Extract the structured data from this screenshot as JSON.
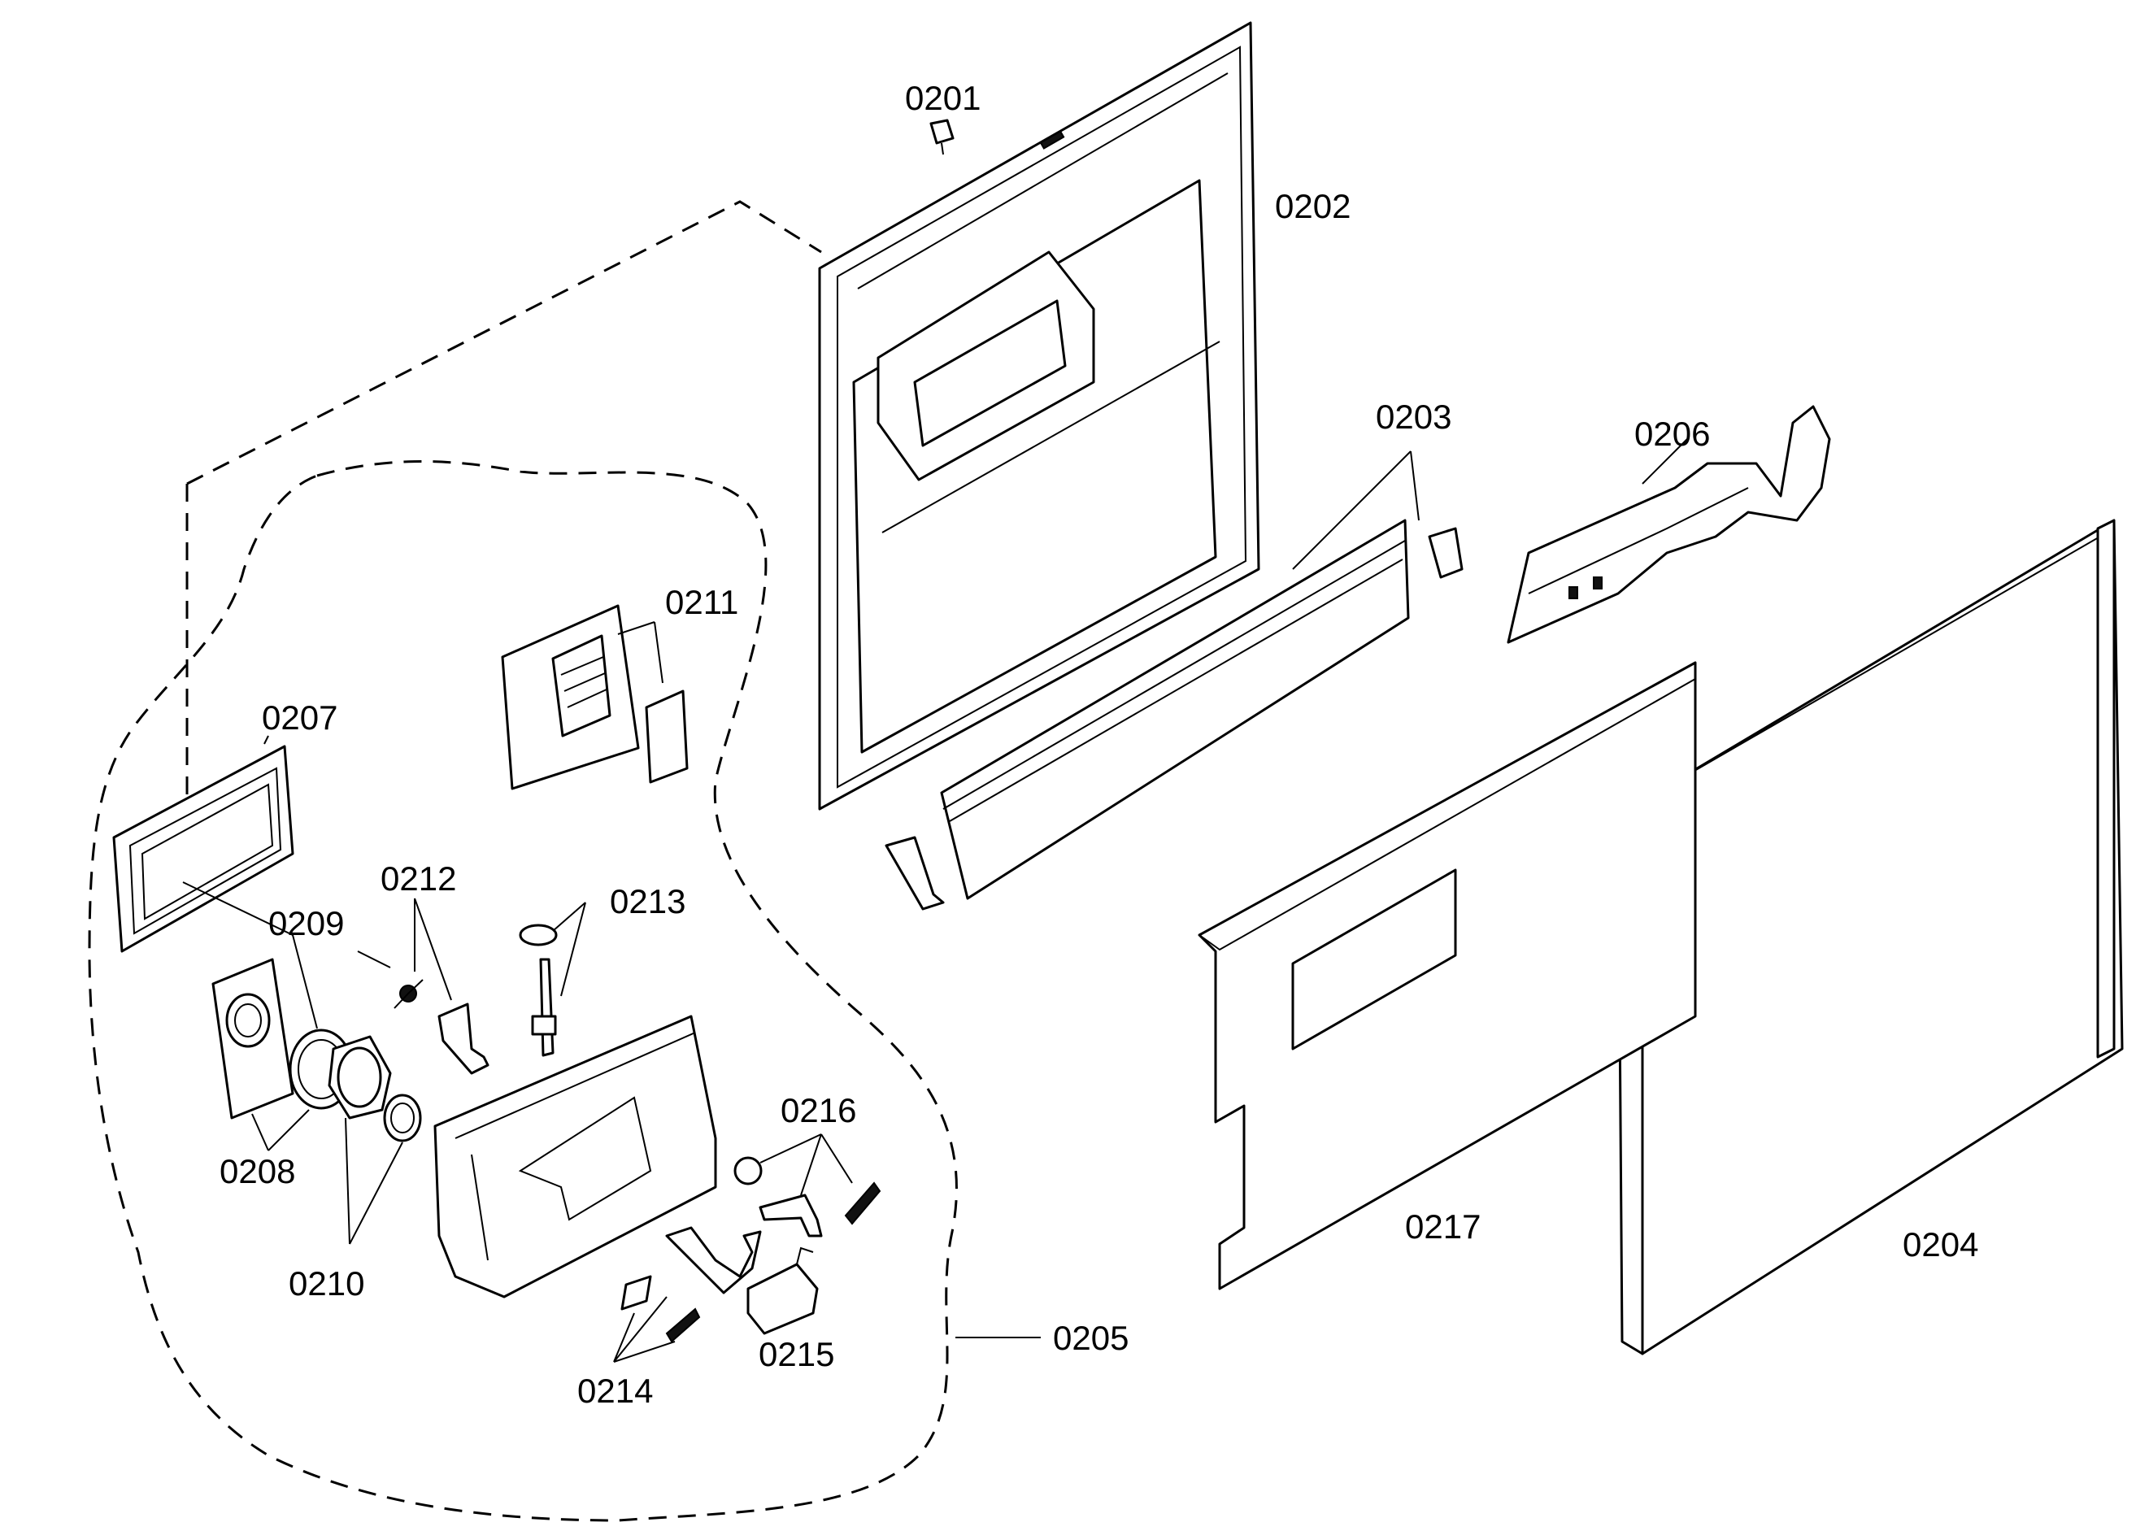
{
  "labels": {
    "p0201": "0201",
    "p0202": "0202",
    "p0203": "0203",
    "p0204": "0204",
    "p0205": "0205",
    "p0206": "0206",
    "p0207": "0207",
    "p0208": "0208",
    "p0209": "0209",
    "p0210": "0210",
    "p0211": "0211",
    "p0212": "0212",
    "p0213": "0213",
    "p0214": "0214",
    "p0215": "0215",
    "p0216": "0216",
    "p0217": "0217"
  },
  "colors": {
    "line": "#000000",
    "background": "#ffffff"
  }
}
